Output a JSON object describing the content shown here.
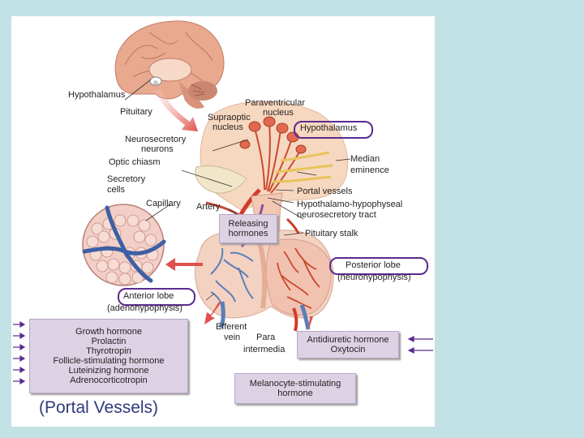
{
  "colors": {
    "background": "#c3e2e5",
    "accent_oval": "#5b2a8f",
    "box_fill": "#ddd2e4",
    "arrow_red": "#e0504c"
  },
  "labels": {
    "hypothalamus_top": "Hypothalamus",
    "pituitary": "Pituitary",
    "paraventricular": "Paraventricular",
    "nucleus_a": "nucleus",
    "supraoptic": "Supraoptic",
    "nucleus_b": "nucleus",
    "hypothalamus_circled": "Hypothalamus",
    "neurosecretory": "Neurosecretory",
    "neurons": "neurons",
    "optic_chiasm": "Optic chiasm",
    "median": "Median",
    "eminence": "eminence",
    "secretory": "Secretory",
    "cells": "cells",
    "capillary": "Capillary",
    "artery": "Artery",
    "portal_vessels": "Portal vessels",
    "tract_1": "Hypothalamo-hypophyseal",
    "tract_2": "neurosecretory tract",
    "pituitary_stalk": "Pituitary stalk",
    "anterior_lobe": "Anterior lobe",
    "adenohypophysis": "(adenohypophysis)",
    "efferent": "Efferent",
    "vein": "vein",
    "para": "Para",
    "intermedia": "intermedia",
    "posterior_lobe": "Posterior lobe",
    "neurohypophysis": "(neurohypophysis)"
  },
  "boxes": {
    "releasing": [
      "Releasing",
      "hormones"
    ],
    "anterior_hormones": [
      "Growth hormone",
      "Prolactin",
      "Thyrotropin",
      "Follicle-stimulating hormone",
      "Luteinizing hormone",
      "Adrenocorticotropin"
    ],
    "posterior_hormones": [
      "Antidiuretic hormone",
      "Oxytocin"
    ],
    "melanocyte": [
      "Melanocyte-stimulating",
      "hormone"
    ]
  },
  "caption": "(Portal Vessels)"
}
